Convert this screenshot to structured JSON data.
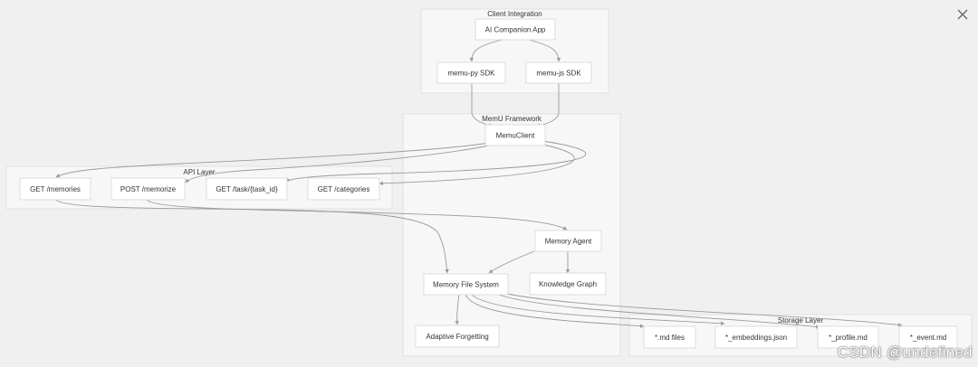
{
  "clusters": {
    "client": "Client Integration",
    "framework": "MemU Framework",
    "api": "API Layer",
    "storage": "Storage Layer"
  },
  "nodes": {
    "companion_app": "AI Companion App",
    "py_sdk": "memu-py SDK",
    "js_sdk": "memu-js SDK",
    "memu_client": "MemuClient",
    "get_memories": "GET /memories",
    "post_memorize": "POST /memorize",
    "get_task": "GET /task/{task_id}",
    "get_categories": "GET /categories",
    "memory_agent": "Memory Agent",
    "memory_fs": "Memory File System",
    "knowledge_graph": "Knowledge Graph",
    "adaptive_forgetting": "Adaptive Forgetting",
    "md_files": "*.md files",
    "embeddings": "*_embeddings.json",
    "profile": "*_profile.md",
    "event": "*_event.md"
  },
  "icons": {
    "close": "close-icon"
  },
  "watermark": "CSDN @undefined",
  "colors": {
    "edge": "#9a9a9a",
    "background": "#f1f0f0"
  }
}
